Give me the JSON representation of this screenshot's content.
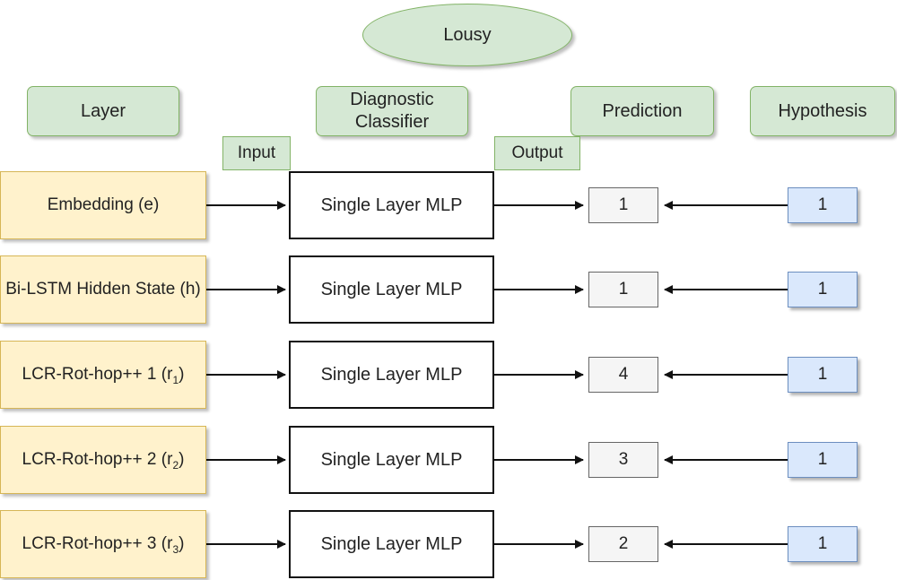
{
  "top_node": {
    "label": "Lousy"
  },
  "headers": {
    "layer": "Layer",
    "diagnostic": "Diagnostic Classifier",
    "prediction": "Prediction",
    "hypothesis": "Hypothesis"
  },
  "tags": {
    "input": "Input",
    "output": "Output"
  },
  "rows": [
    {
      "layer": "Embedding (e)",
      "layer_sub": "",
      "layer_suffix": "",
      "classifier": "Single Layer MLP",
      "prediction": "1",
      "hypothesis": "1"
    },
    {
      "layer": "Bi-LSTM Hidden State (h)",
      "layer_sub": "",
      "layer_suffix": "",
      "classifier": "Single Layer MLP",
      "prediction": "1",
      "hypothesis": "1"
    },
    {
      "layer": "LCR-Rot-hop++ 1 (r",
      "layer_sub": "1",
      "layer_suffix": ")",
      "classifier": "Single Layer MLP",
      "prediction": "4",
      "hypothesis": "1"
    },
    {
      "layer": "LCR-Rot-hop++ 2 (r",
      "layer_sub": "2",
      "layer_suffix": ")",
      "classifier": "Single Layer MLP",
      "prediction": "3",
      "hypothesis": "1"
    },
    {
      "layer": "LCR-Rot-hop++ 3 (r",
      "layer_sub": "3",
      "layer_suffix": ")",
      "classifier": "Single Layer MLP",
      "prediction": "2",
      "hypothesis": "1"
    }
  ]
}
